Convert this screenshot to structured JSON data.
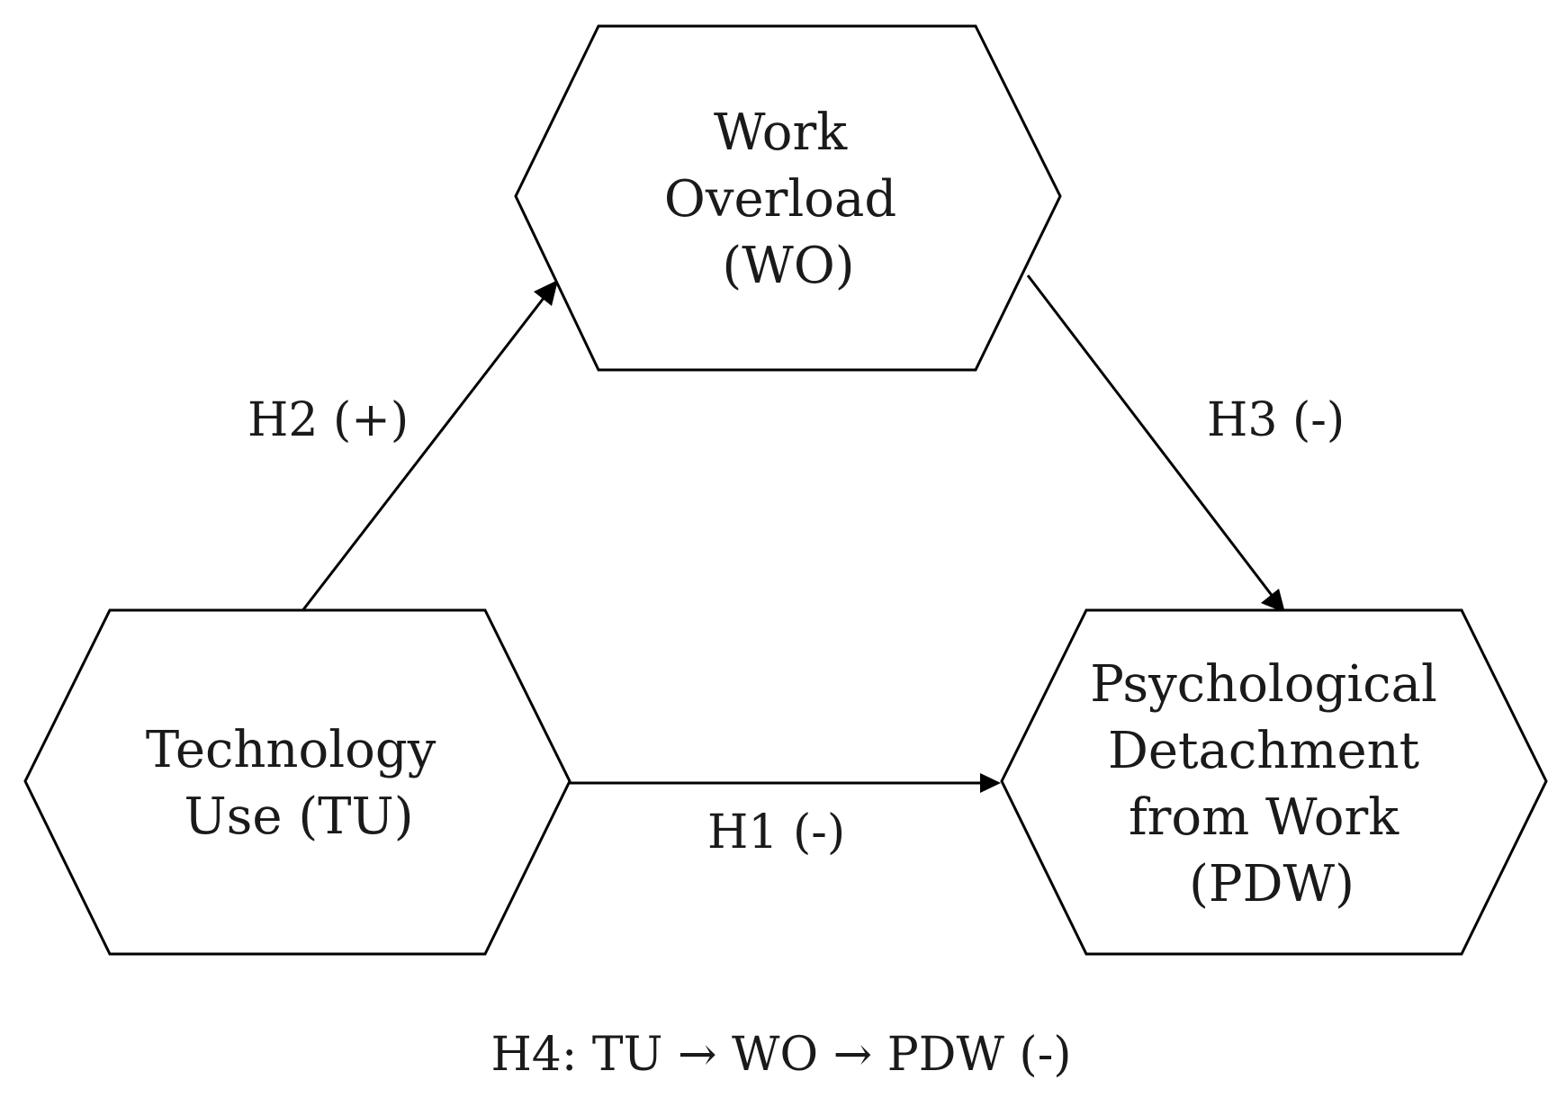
{
  "nodes": {
    "wo": {
      "lines": [
        "Work",
        "Overload",
        "(WO)"
      ]
    },
    "tu": {
      "lines": [
        "Technology",
        "Use (TU)"
      ]
    },
    "pdw": {
      "lines": [
        "Psychological",
        "Detachment",
        "from Work",
        "(PDW)"
      ]
    }
  },
  "edges": {
    "h1": {
      "label": "H1 (-)"
    },
    "h2": {
      "label": "H2 (+)"
    },
    "h3": {
      "label": "H3 (-)"
    }
  },
  "footer": {
    "h4": "H4: TU → WO → PDW (-)"
  },
  "colors": {
    "stroke": "#000000",
    "text": "#1a1a1a",
    "background": "#ffffff"
  }
}
